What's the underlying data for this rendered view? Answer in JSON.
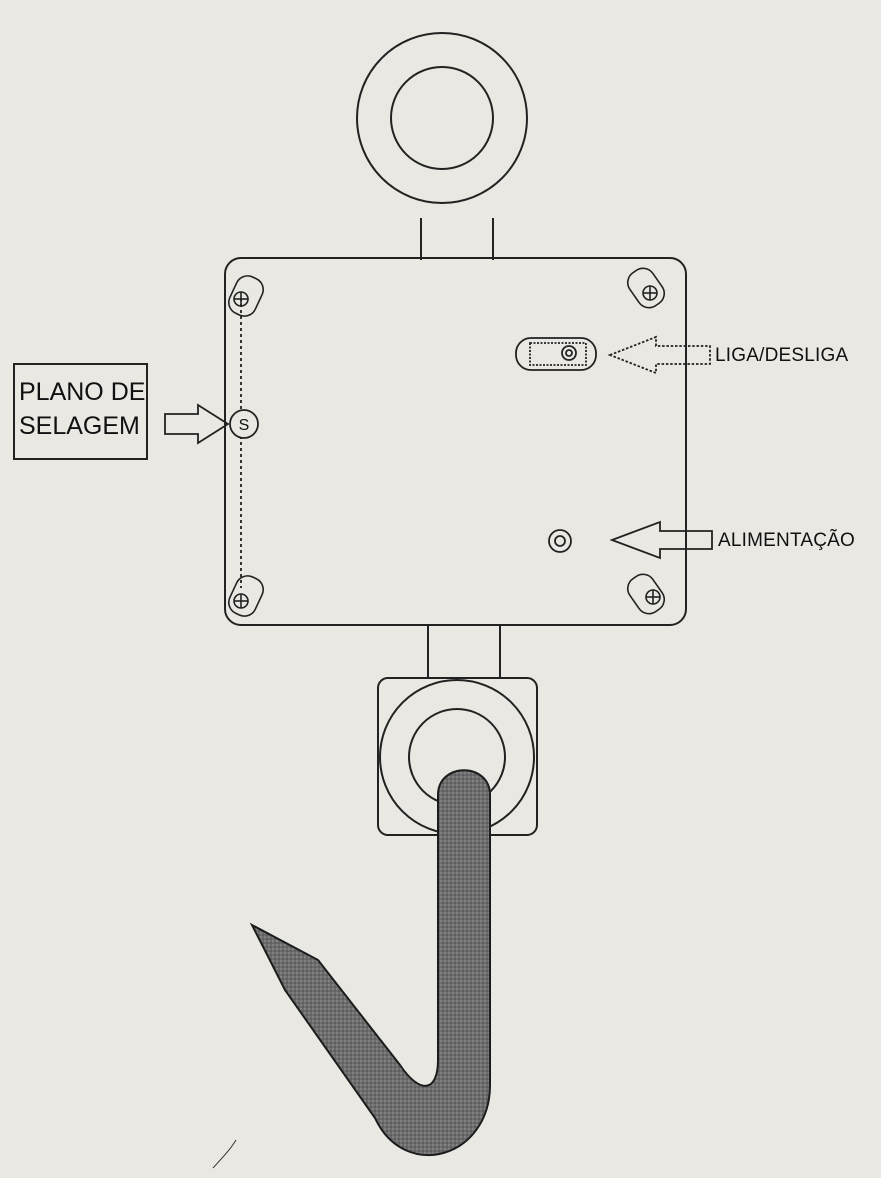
{
  "diagram": {
    "labels": {
      "power_switch": "LIGA/DESLIGA",
      "power_supply": "ALIMENTAÇÃO",
      "seal_plane_line1": "PLANO DE",
      "seal_plane_line2": "SELAGEM",
      "seal_mark": "S"
    },
    "colors": {
      "background": "#e9e8e3",
      "line": "#222222",
      "hook_fill": "#6f6f6f"
    }
  }
}
